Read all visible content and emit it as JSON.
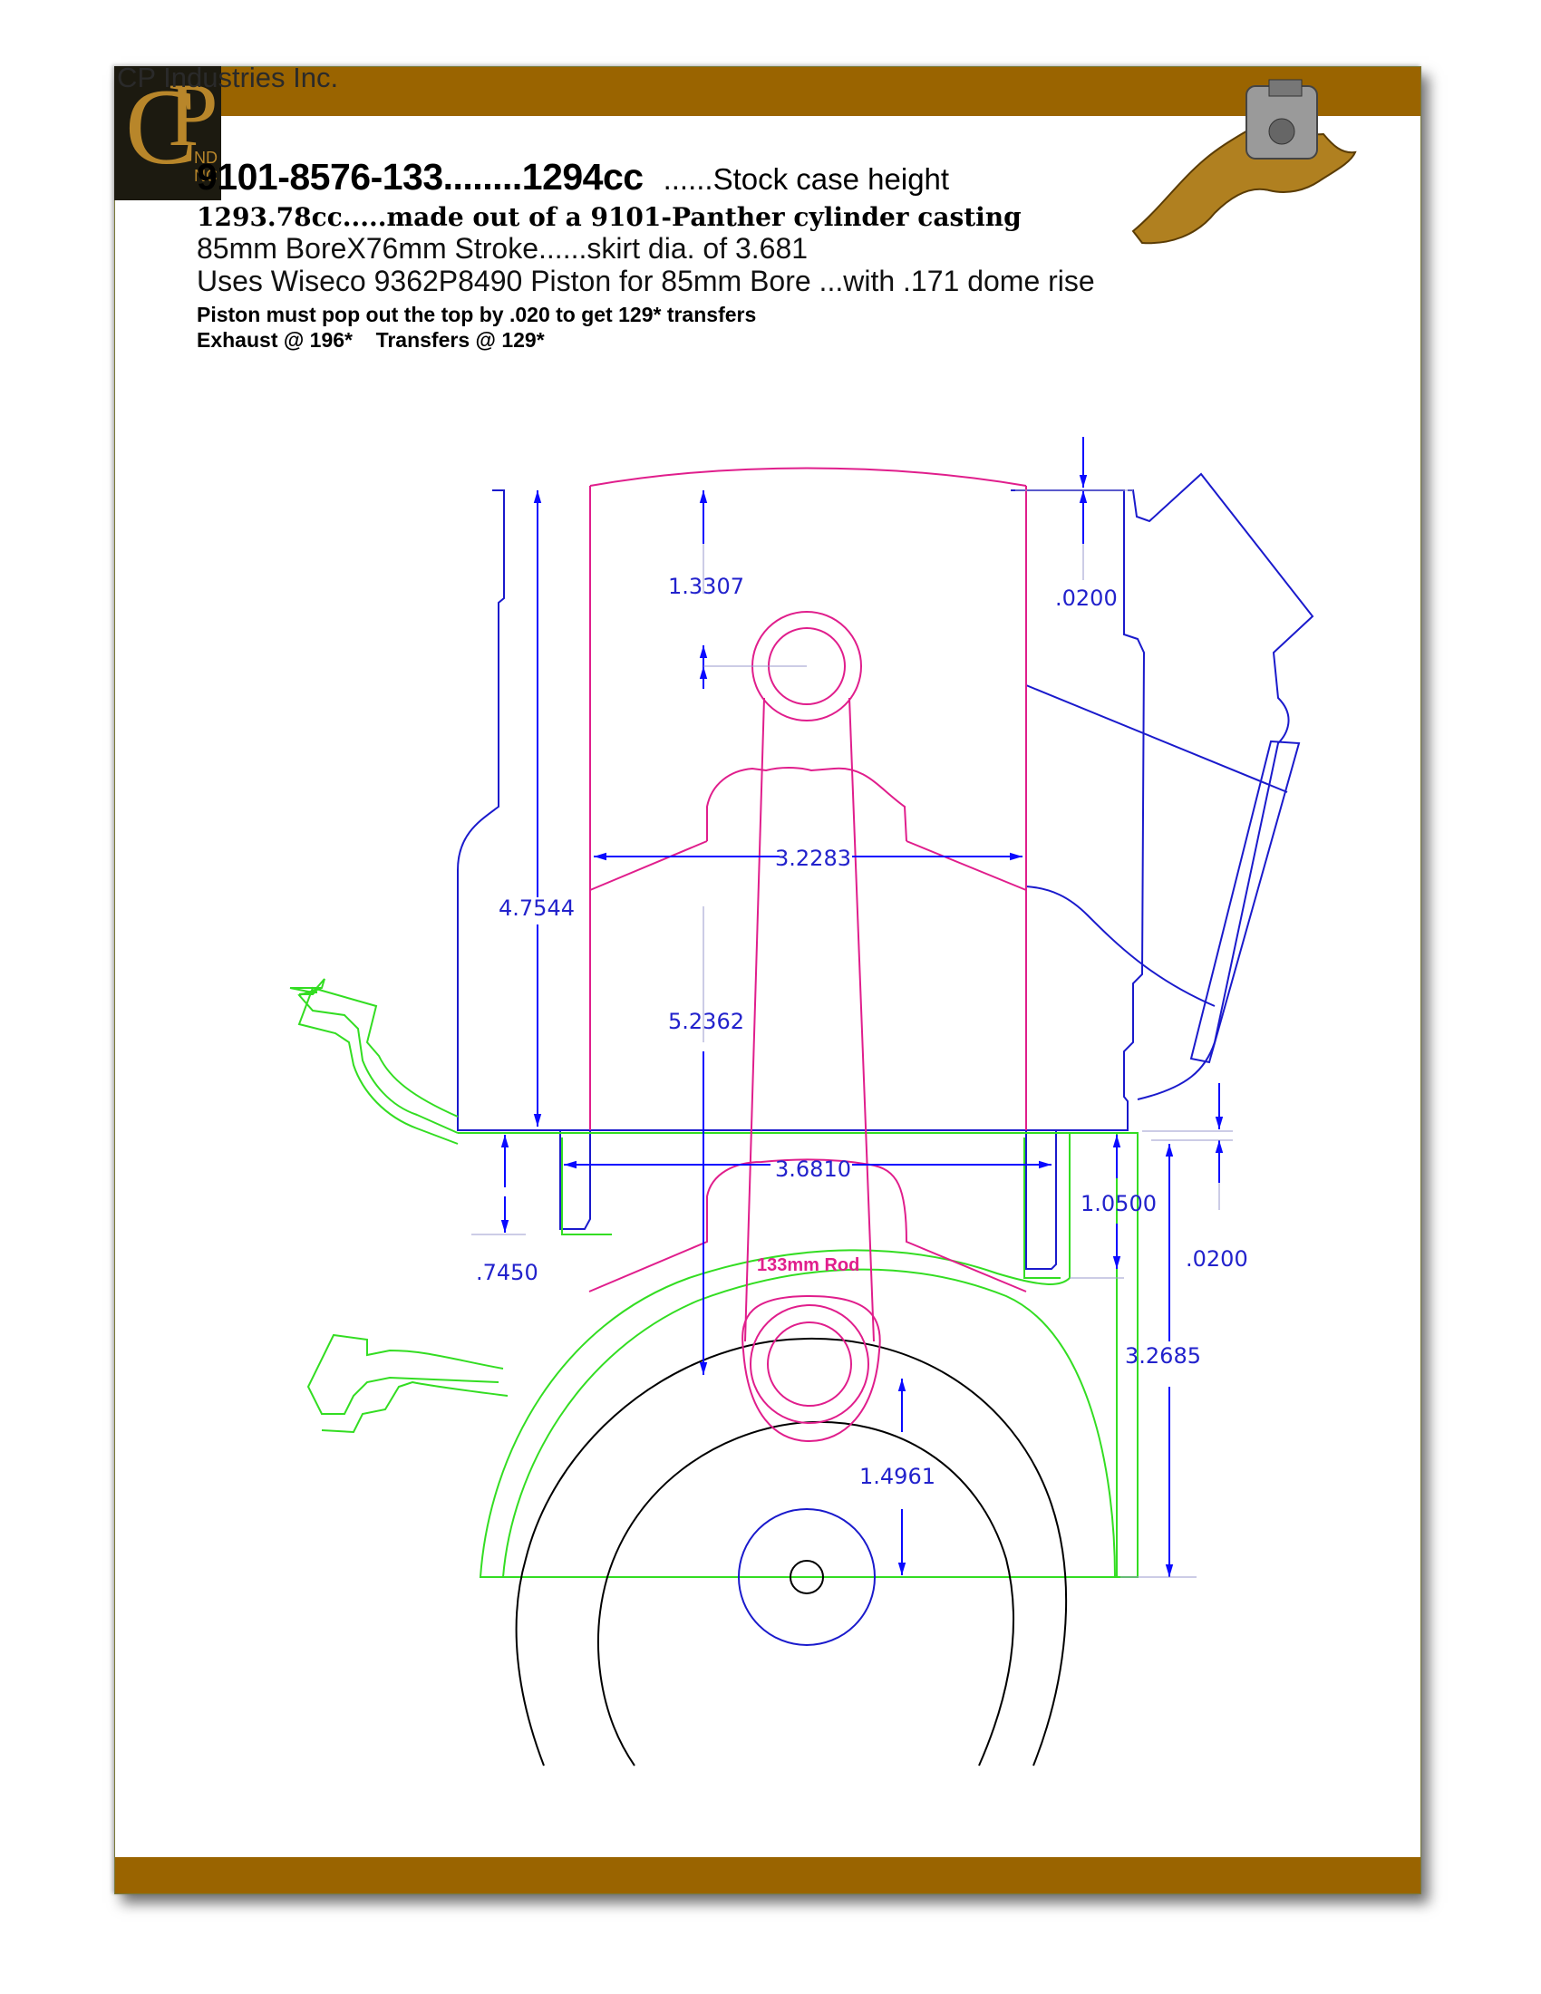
{
  "company": "CP Industries Inc.",
  "logo": {
    "text": "CP ND NC",
    "colors": {
      "letters": "#b8862a",
      "background": "#1c1a10"
    }
  },
  "header": {
    "part_number": "9101-8576-133........1294cc",
    "part_note": "......Stock case height",
    "line2": "1293.78cc.....made out of a 9101-Panther cylinder casting",
    "line3": "85mm BoreX76mm Stroke......skirt dia. of 3.681",
    "line4": "Uses Wiseco 9362P8490 Piston for 85mm Bore ...with .171 dome rise",
    "line5": "Piston must pop out the top by .020 to get 129* transfers",
    "line6": "Exhaust @ 196*    Transfers @ 129*"
  },
  "dimensions": {
    "pop_up_top": ".0200",
    "pin_to_crown": "1.3307",
    "bore_width": "3.2283",
    "cylinder_height": "4.7544",
    "rod_length": "5.2362",
    "skirt_diameter": "3.6810",
    "spigot_depth": "1.0500",
    "case_gap": ".0200",
    "base_depth": ".7450",
    "deck_to_crank": "3.2685",
    "pin_to_crank": "1.4961"
  },
  "rod_label": "133mm Rod",
  "colors": {
    "accent_bar": "#9a6400",
    "cylinder": "#1a1acc",
    "piston": "#e01e8c",
    "case": "#33dd22",
    "crank": "#000000",
    "dimension": "#0a0aff"
  }
}
